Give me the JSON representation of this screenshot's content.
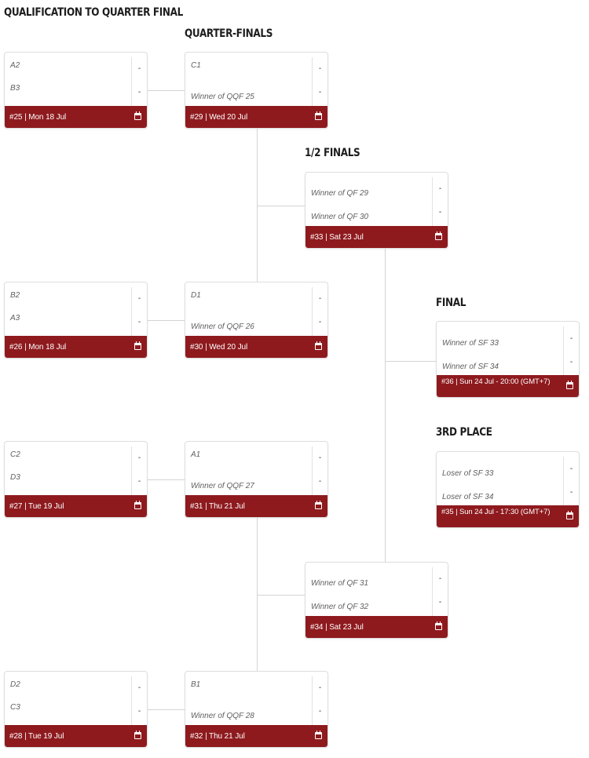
{
  "headings": {
    "qualification": "QUALIFICATION TO QUARTER FINAL",
    "quarter_finals": "QUARTER-FINALS",
    "semi_finals": "1/2 FINALS",
    "final": "FINAL",
    "third_place": "3RD PLACE"
  },
  "matches": {
    "m25": {
      "team1": "A2",
      "team2": "B3",
      "score1": "-",
      "score2": "-",
      "info": "#25 | Mon 18 Jul"
    },
    "m26": {
      "team1": "B2",
      "team2": "A3",
      "score1": "-",
      "score2": "-",
      "info": "#26 | Mon 18 Jul"
    },
    "m27": {
      "team1": "C2",
      "team2": "D3",
      "score1": "-",
      "score2": "-",
      "info": "#27 | Tue 19 Jul"
    },
    "m28": {
      "team1": "D2",
      "team2": "C3",
      "score1": "-",
      "score2": "-",
      "info": "#28 | Tue 19 Jul"
    },
    "m29": {
      "team1": "C1",
      "team2": "Winner of QQF 25",
      "score1": "-",
      "score2": "-",
      "info": "#29 | Wed 20 Jul"
    },
    "m30": {
      "team1": "D1",
      "team2": "Winner of QQF 26",
      "score1": "-",
      "score2": "-",
      "info": "#30 | Wed 20 Jul"
    },
    "m31": {
      "team1": "A1",
      "team2": "Winner of QQF 27",
      "score1": "-",
      "score2": "-",
      "info": "#31 | Thu 21 Jul"
    },
    "m32": {
      "team1": "B1",
      "team2": "Winner of QQF 28",
      "score1": "-",
      "score2": "-",
      "info": "#32 | Thu 21 Jul"
    },
    "m33": {
      "team1": "Winner of QF 29",
      "team2": "Winner of QF 30",
      "score1": "-",
      "score2": "-",
      "info": "#33 | Sat 23 Jul"
    },
    "m34": {
      "team1": "Winner of QF 31",
      "team2": "Winner of QF 32",
      "score1": "-",
      "score2": "-",
      "info": "#34 | Sat 23 Jul"
    },
    "m36": {
      "team1": "Winner of SF 33",
      "team2": "Winner of SF 34",
      "score1": "-",
      "score2": "-",
      "info": "#36 | Sun 24 Jul - 20:00 (GMT+7)"
    },
    "m35": {
      "team1": "Loser of SF 33",
      "team2": "Loser of SF 34",
      "score1": "-",
      "score2": "-",
      "info": "#35 | Sun 24 Jul - 17:30 (GMT+7)"
    }
  },
  "icons": {
    "calendar": "calendar-icon"
  },
  "colors": {
    "footer": "#8e1a1e",
    "connector": "#d4d4d4"
  }
}
